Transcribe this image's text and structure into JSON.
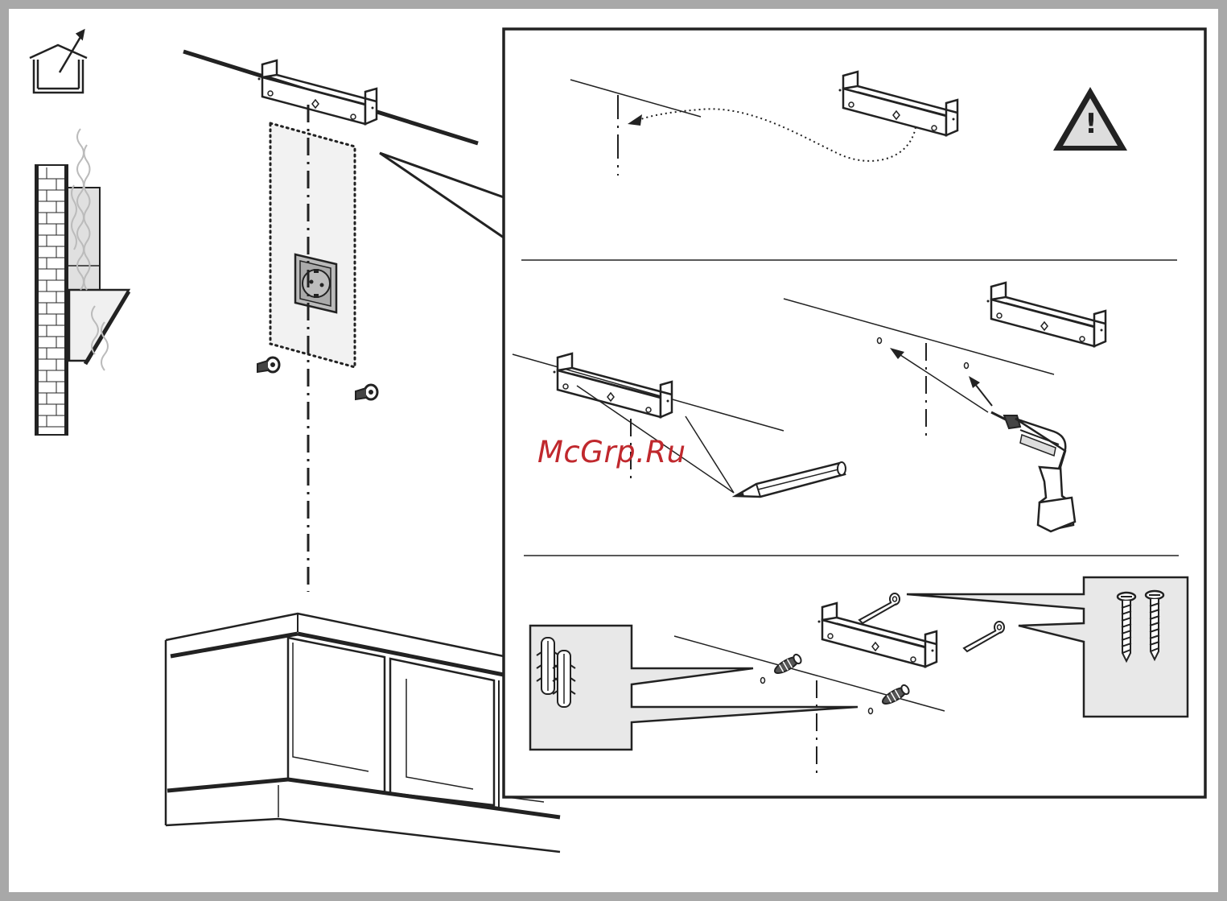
{
  "watermark": {
    "text": "McGrp.Ru"
  },
  "warning": {
    "glyph": "!"
  },
  "colors": {
    "background": "#a8a8a8",
    "line": "#222222",
    "panel_fill": "#e8e8e8",
    "watermark": "#c0282d"
  },
  "icons": [
    "house-exhaust-icon",
    "hood-side-view-icon",
    "warning-triangle-icon",
    "pencil-icon",
    "drill-icon",
    "wall-plug-icon",
    "screw-icon",
    "power-socket-icon"
  ],
  "steps": [
    "step-mark-center-line",
    "step-mark-and-drill-holes",
    "step-insert-plugs-and-screws"
  ]
}
